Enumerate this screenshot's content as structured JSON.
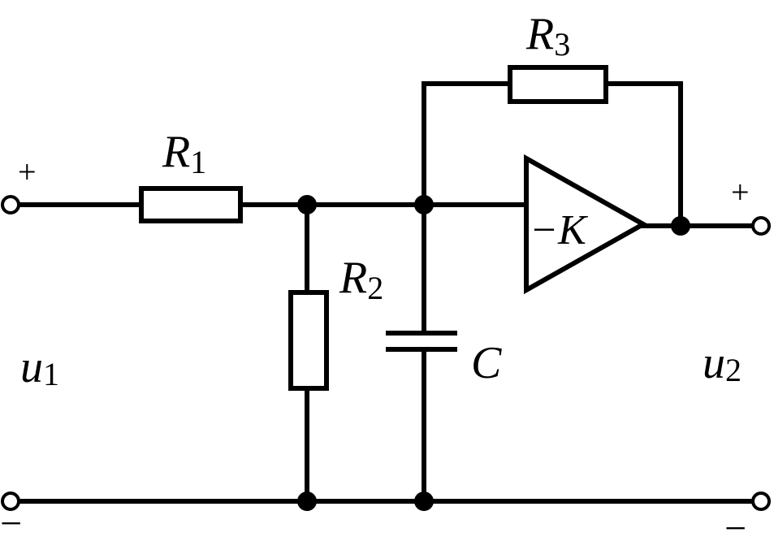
{
  "labels": {
    "r1": {
      "main": "R",
      "sub": "1"
    },
    "r2": {
      "main": "R",
      "sub": "2"
    },
    "r3": {
      "main": "R",
      "sub": "3"
    },
    "c": "C",
    "amp": "−K",
    "u1": {
      "main": "u",
      "sub": "1"
    },
    "u2": {
      "main": "u",
      "sub": "2"
    }
  },
  "terminals": {
    "input_plus": "+",
    "input_minus": "−",
    "output_plus": "+",
    "output_minus": "−"
  }
}
